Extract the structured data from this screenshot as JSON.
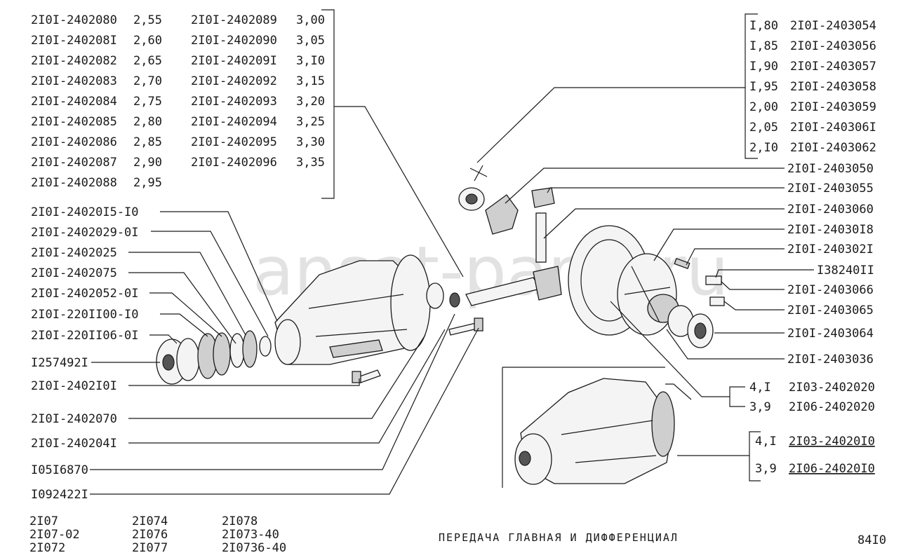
{
  "shims_left": [
    {
      "part": "2I0I-2402080",
      "size": "2,55"
    },
    {
      "part": "2I0I-240208I",
      "size": "2,60"
    },
    {
      "part": "2I0I-2402082",
      "size": "2,65"
    },
    {
      "part": "2I0I-2402083",
      "size": "2,70"
    },
    {
      "part": "2I0I-2402084",
      "size": "2,75"
    },
    {
      "part": "2I0I-2402085",
      "size": "2,80"
    },
    {
      "part": "2I0I-2402086",
      "size": "2,85"
    },
    {
      "part": "2I0I-2402087",
      "size": "2,90"
    },
    {
      "part": "2I0I-2402088",
      "size": "2,95"
    }
  ],
  "shims_mid": [
    {
      "part": "2I0I-2402089",
      "size": "3,00"
    },
    {
      "part": "2I0I-2402090",
      "size": "3,05"
    },
    {
      "part": "2I0I-240209I",
      "size": "3,I0"
    },
    {
      "part": "2I0I-2402092",
      "size": "3,15"
    },
    {
      "part": "2I0I-2402093",
      "size": "3,20"
    },
    {
      "part": "2I0I-2402094",
      "size": "3,25"
    },
    {
      "part": "2I0I-2402095",
      "size": "3,30"
    },
    {
      "part": "2I0I-2402096",
      "size": "3,35"
    }
  ],
  "washers_right": [
    {
      "size": "I,80",
      "part": "2I0I-2403054"
    },
    {
      "size": "I,85",
      "part": "2I0I-2403056"
    },
    {
      "size": "I,90",
      "part": "2I0I-2403057"
    },
    {
      "size": "I,95",
      "part": "2I0I-2403058"
    },
    {
      "size": "2,00",
      "part": "2I0I-2403059"
    },
    {
      "size": "2,05",
      "part": "2I0I-240306I"
    },
    {
      "size": "2,I0",
      "part": "2I0I-2403062"
    }
  ],
  "left_callouts": [
    "2I0I-24020I5-I0",
    "2I0I-2402029-0I",
    "2I0I-2402025",
    "2I0I-2402075",
    "2I0I-2402052-0I",
    "2I0I-220II00-I0",
    "2I0I-220II06-0I",
    "I257492I",
    "2I0I-2402I0I",
    "2I0I-2402070",
    "2I0I-240204I",
    "I05I6870",
    "I092422I"
  ],
  "right_callouts": [
    "2I0I-2403050",
    "2I0I-2403055",
    "2I0I-2403060",
    "2I0I-24030I8",
    "2I0I-240302I",
    "I38240II",
    "2I0I-2403066",
    "2I0I-2403065",
    "2I0I-2403064",
    "2I0I-2403036"
  ],
  "assembly_labels": [
    {
      "ratio": "4,I",
      "part": "2I03-2402020"
    },
    {
      "ratio": "3,9",
      "part": "2I06-2402020"
    },
    {
      "ratio": "4,I",
      "part": "2I03-24020I0"
    },
    {
      "ratio": "3,9",
      "part": "2I06-24020I0"
    }
  ],
  "models": [
    [
      "2I07",
      "2I07-02",
      "2I072"
    ],
    [
      "2I074",
      "2I076",
      "2I077"
    ],
    [
      "2I078",
      "2I073-40",
      "2I0736-40"
    ]
  ],
  "title": "ПЕРЕДАЧА  ГЛАВНАЯ  И  ДИФФЕРЕНЦИАЛ",
  "page_number": "84I0",
  "watermark": "ansat-parts.ru",
  "colors": {
    "ink": "#1a1a1a",
    "paper": "#ffffff",
    "watermark": "#9a9a9a"
  }
}
